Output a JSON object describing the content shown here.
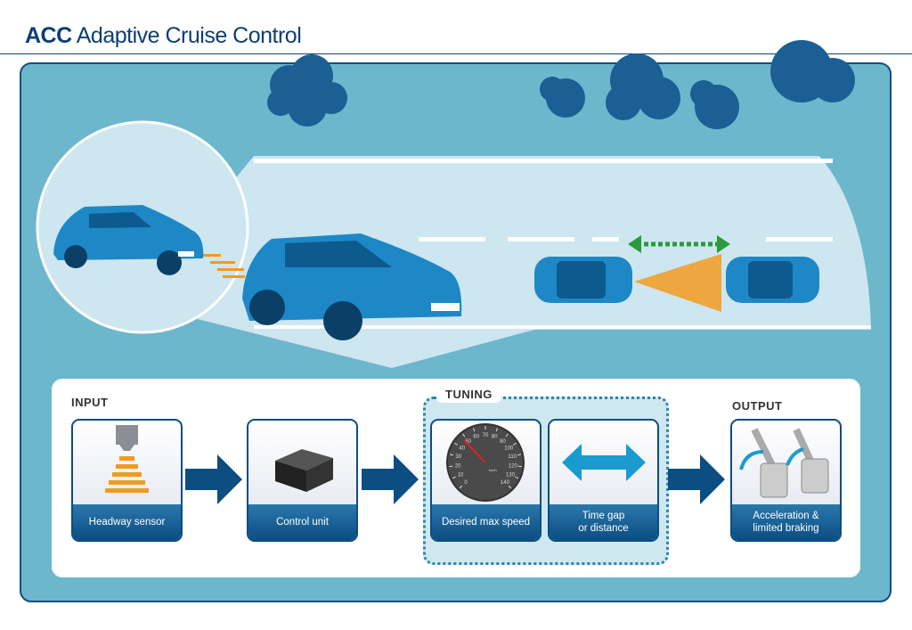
{
  "title": {
    "bold": "ACC",
    "rest": "Adaptive Cruise Control"
  },
  "sections": {
    "input": "INPUT",
    "tuning": "TUNING",
    "output": "OUTPUT"
  },
  "steps": [
    {
      "label": "Headway sensor",
      "icon": "radar-sensor-icon"
    },
    {
      "label": "Control unit",
      "icon": "control-box-icon"
    },
    {
      "label": "Desired max speed",
      "icon": "speedometer-icon"
    },
    {
      "label_line1": "Time gap",
      "label_line2": "or distance",
      "icon": "double-arrow-icon"
    },
    {
      "label_line1": "Acceleration &",
      "label_line2": "limited braking",
      "icon": "pedals-icon"
    }
  ],
  "speedometer": {
    "ticks": [
      "0",
      "10",
      "20",
      "30",
      "40",
      "50",
      "60",
      "70",
      "80",
      "90",
      "100",
      "110",
      "120",
      "130",
      "140"
    ],
    "unit": "km/h"
  },
  "colors": {
    "brand": "#0c3f73",
    "sky": "#6db7cd",
    "road": "#cde6ef",
    "car": "#1e88c7",
    "radar": "#f39a1e",
    "gap": "#2a9a3a"
  }
}
